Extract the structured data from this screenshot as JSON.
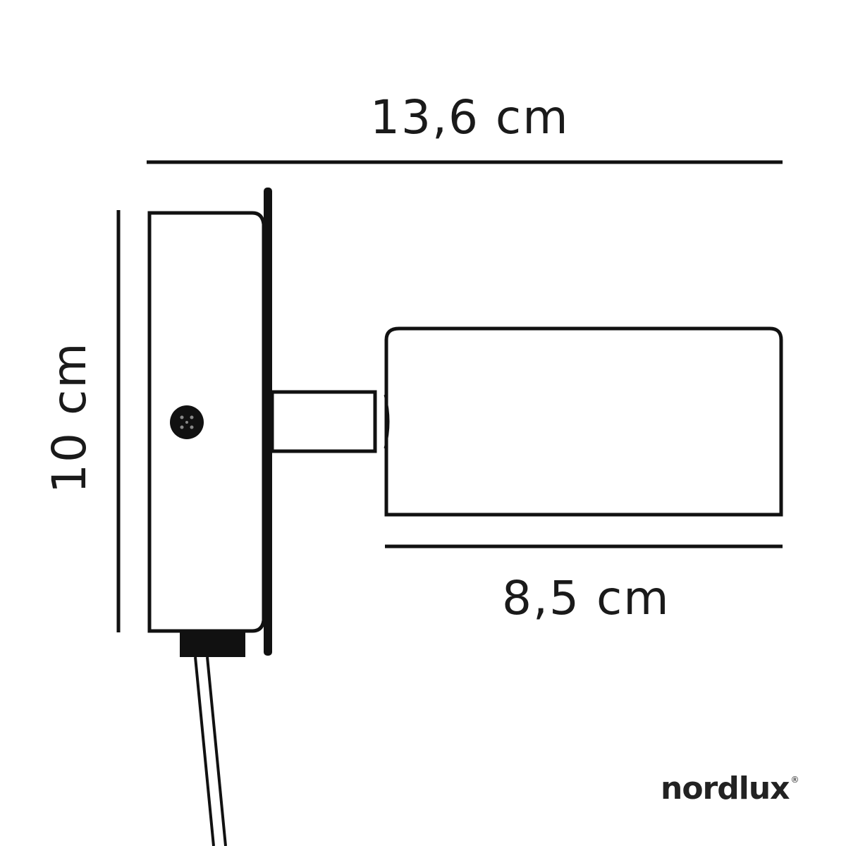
{
  "diagram": {
    "type": "technical-dimension-drawing",
    "subject": "wall spotlight side view",
    "dimensions": {
      "total_width": "13,6 cm",
      "height": "10 cm",
      "head_length": "8,5 cm"
    },
    "colors": {
      "line": "#111111",
      "background": "#ffffff"
    }
  },
  "brand": {
    "name": "nordlux",
    "mark": "®"
  }
}
